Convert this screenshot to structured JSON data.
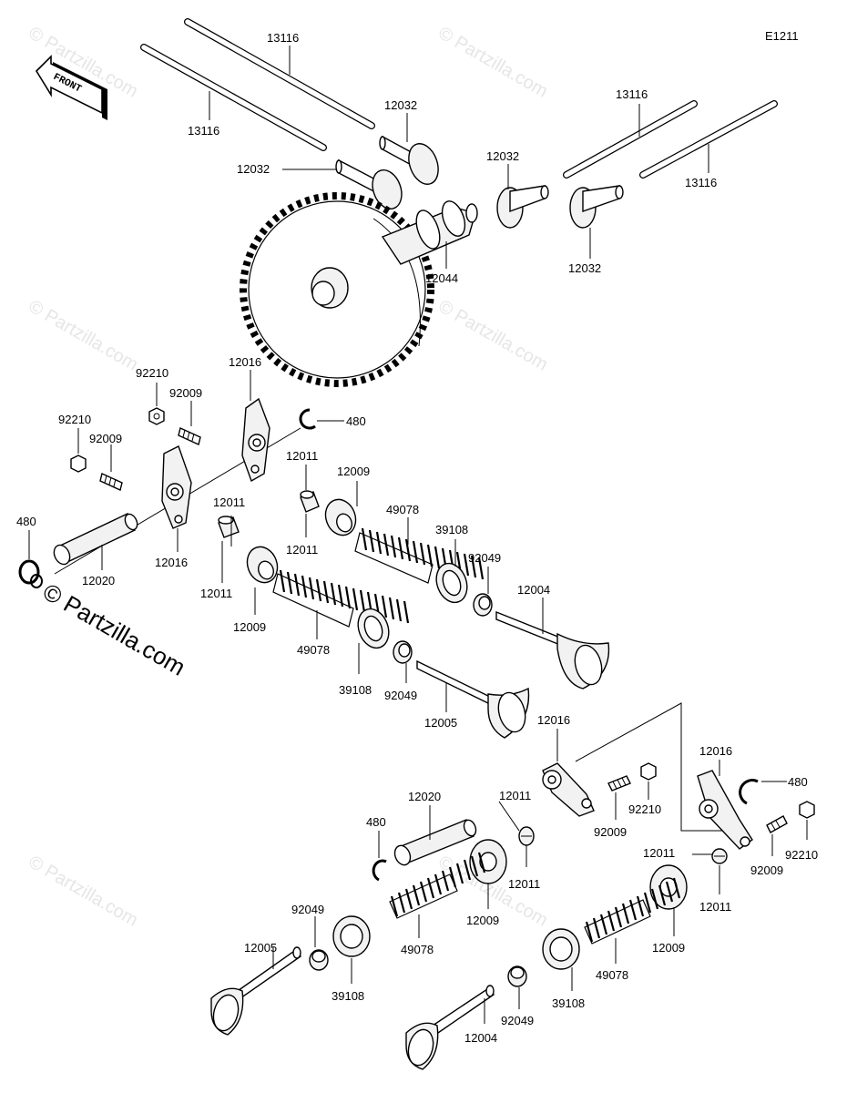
{
  "diagram": {
    "code": "E1211",
    "front_label": "FRONT",
    "watermark": "© Partzilla.com",
    "brand_watermark": "© Partzilla.com",
    "labels": {
      "pushrod_top": "13116",
      "pushrod_left": "13116",
      "pushrod_right1": "13116",
      "pushrod_right2": "13116",
      "lifter_a": "12032",
      "lifter_b": "12032",
      "lifter_c": "12032",
      "lifter_d": "12032",
      "camshaft": "12044",
      "rocker_upper": "12016",
      "rocker_left": "12016",
      "rocker_lower_mid": "12016",
      "rocker_lower_right": "12016",
      "nut_upper": "92210",
      "nut_left": "92210",
      "nut_lower_mid": "92210",
      "nut_lower_right": "92210",
      "screw_upper": "92009",
      "screw_left": "92009",
      "screw_lower_mid": "92009",
      "screw_lower_right": "92009",
      "circlip_upper": "480",
      "circlip_left": "480",
      "circlip_lower_mid": "480",
      "circlip_lower_right": "480",
      "collar_a": "12011",
      "collar_b": "12011",
      "collar_c": "12011",
      "collar_d": "12011",
      "collar_e": "12011",
      "collar_f": "12011",
      "collar_g": "12011",
      "collar_h": "12011",
      "seat_a": "12009",
      "seat_b": "12009",
      "seat_c": "12009",
      "seat_d": "12009",
      "spring_a": "49078",
      "spring_b": "49078",
      "spring_c": "49078",
      "spring_d": "49078",
      "retainer_a": "39108",
      "retainer_b": "39108",
      "retainer_c": "39108",
      "retainer_d": "39108",
      "keeper_a": "92049",
      "keeper_b": "92049",
      "keeper_c": "92049",
      "keeper_d": "92049",
      "valve_exh_upper": "12004",
      "valve_exh_lower": "12004",
      "valve_int_upper": "12005",
      "valve_int_lower": "12005",
      "shaft_upper": "12020",
      "shaft_lower": "12020"
    }
  }
}
